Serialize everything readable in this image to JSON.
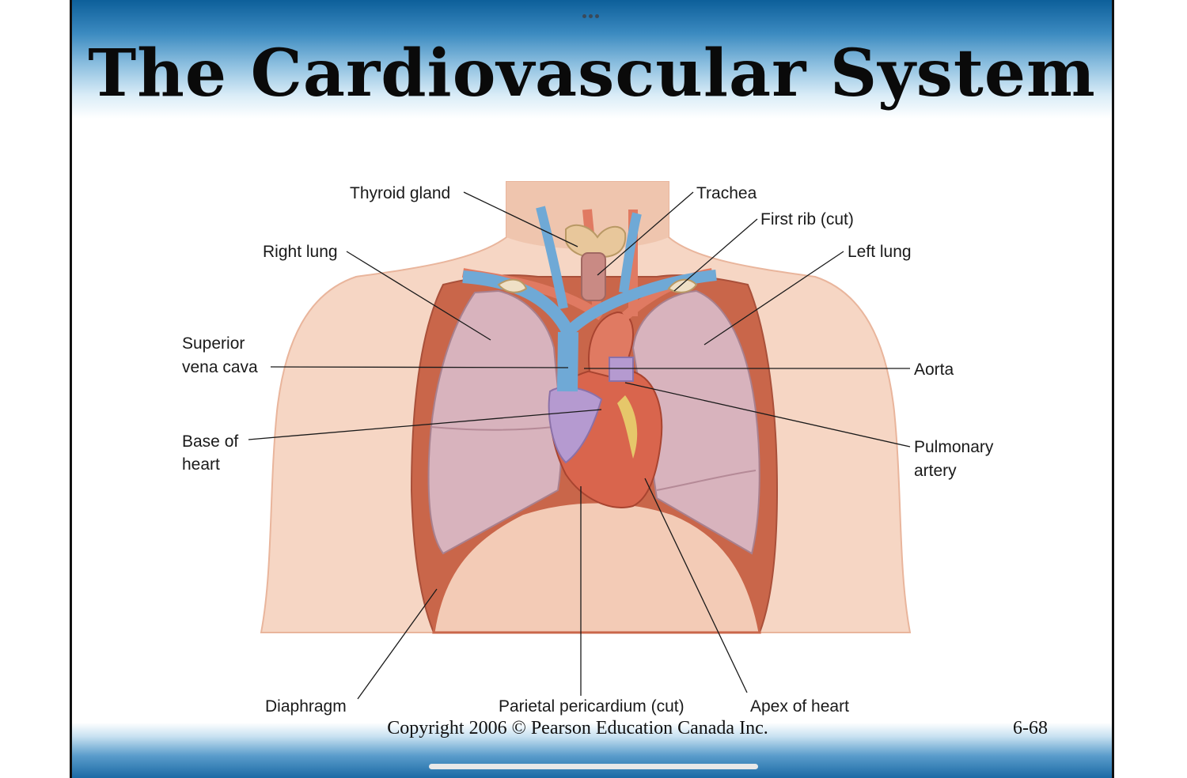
{
  "slide": {
    "title": "The Cardiovascular System",
    "copyright": "Copyright 2006 © Pearson Education Canada Inc.",
    "slide_number": "6-68"
  },
  "labels": {
    "thyroid_gland": "Thyroid gland",
    "trachea": "Trachea",
    "first_rib": "First rib (cut)",
    "right_lung": "Right lung",
    "left_lung": "Left lung",
    "superior_vena_cava_line1": "Superior",
    "superior_vena_cava_line2": "vena cava",
    "aorta": "Aorta",
    "base_of_heart_line1": "Base of",
    "base_of_heart_line2": "heart",
    "pulmonary_artery_line1": "Pulmonary",
    "pulmonary_artery_line2": "artery",
    "diaphragm": "Diaphragm",
    "parietal_pericardium": "Parietal pericardium (cut)",
    "apex_of_heart": "Apex of heart"
  },
  "colors": {
    "band_dark": "#0d5f9a",
    "skin": "#f6d6c4",
    "skin_shadow": "#e9b59c",
    "lung": "#d8b3bd",
    "lung_shadow": "#c394a3",
    "rib_wall": "#c9664a",
    "heart": "#d9654d",
    "vein_blue": "#6fa9d6",
    "artery_red": "#e07a62",
    "thyroid": "#e8c79b",
    "atrium_purple": "#b59ad0",
    "fat_yellow": "#e6c76a"
  }
}
